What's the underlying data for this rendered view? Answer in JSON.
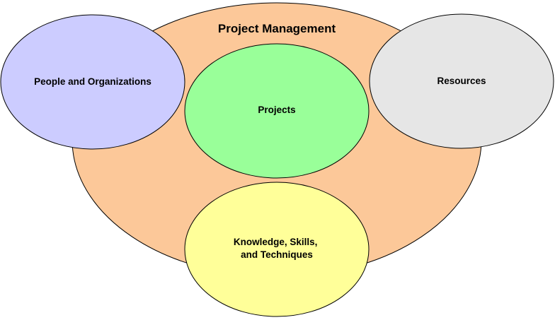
{
  "diagram": {
    "title": "Project Management",
    "nodes": {
      "project_management": {
        "color": "#fcc899"
      },
      "people": {
        "label": "People and Organizations",
        "color": "#ccccff"
      },
      "projects": {
        "label": "Projects",
        "color": "#99ff99"
      },
      "resources": {
        "label": "Resources",
        "color": "#e6e6e6"
      },
      "knowledge": {
        "label_line1": "Knowledge, Skills,",
        "label_line2": "and Techniques",
        "color": "#ffff99"
      }
    }
  }
}
